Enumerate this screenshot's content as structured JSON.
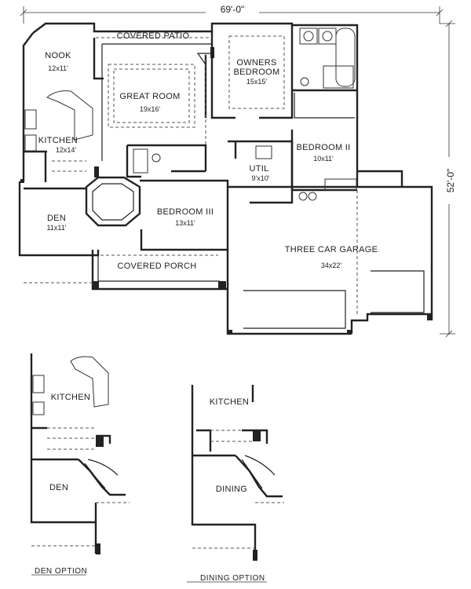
{
  "dimensions": {
    "width": "69'-0\"",
    "depth": "52'-0\""
  },
  "main_plan": {
    "rooms": {
      "covered_patio": {
        "name": "COVERED PATIO"
      },
      "nook": {
        "name": "NOOK",
        "size": "12x11'"
      },
      "great_room": {
        "name": "GREAT ROOM",
        "size": "19x16'"
      },
      "owners_bedroom": {
        "name_line1": "OWNERS",
        "name_line2": "BEDROOM",
        "size": "15x15'"
      },
      "kitchen": {
        "name": "KITCHEN",
        "size": "12x14'"
      },
      "bedroom_2": {
        "name": "BEDROOM II",
        "size": "10x11'"
      },
      "util": {
        "name": "UTIL",
        "size": "9'x10'"
      },
      "den": {
        "name": "DEN",
        "size": "11x11'"
      },
      "bedroom_3": {
        "name": "BEDROOM III",
        "size": "13x11'"
      },
      "garage": {
        "name": "THREE CAR GARAGE",
        "size": "34x22'"
      },
      "covered_porch": {
        "name": "COVERED PORCH"
      }
    }
  },
  "den_option": {
    "caption": "DEN OPTION",
    "kitchen": "KITCHEN",
    "room": "DEN"
  },
  "dining_option": {
    "caption": "DINING OPTION",
    "kitchen": "KITCHEN",
    "room": "DINING"
  }
}
